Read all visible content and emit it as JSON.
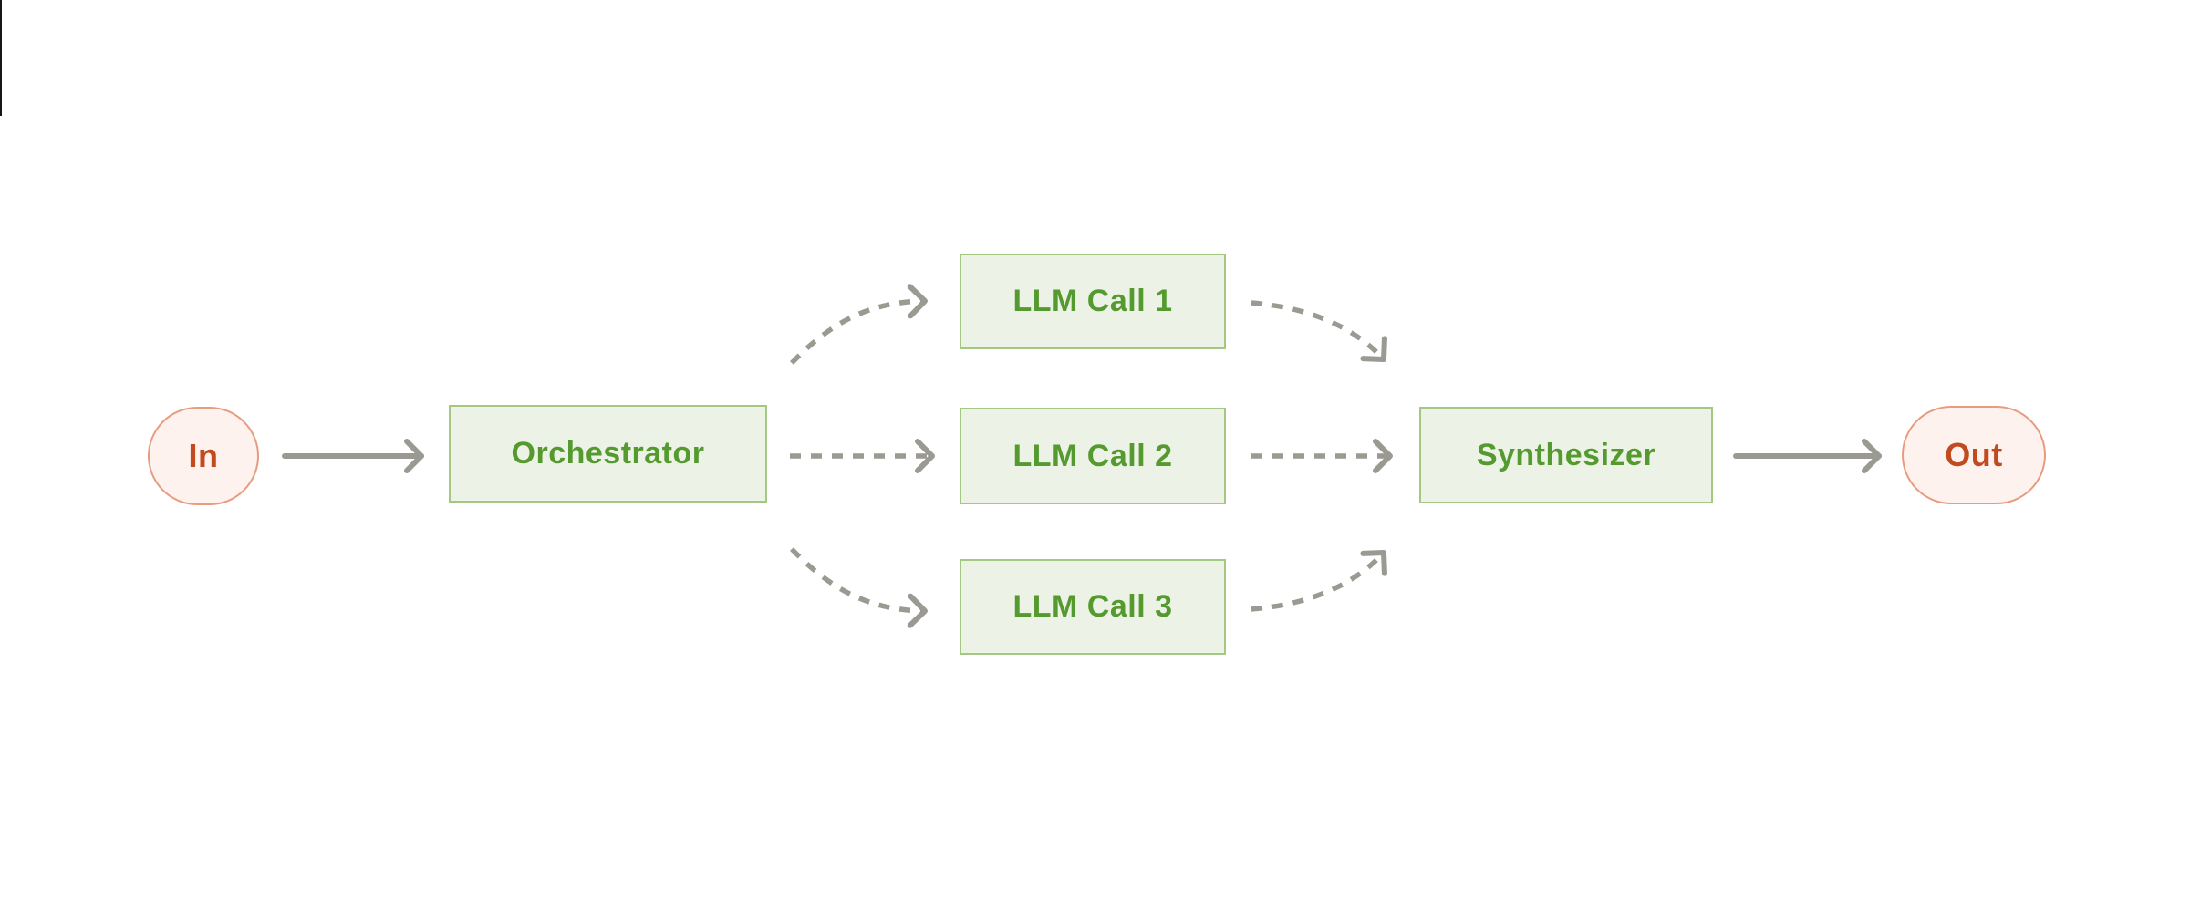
{
  "palette": {
    "background": "#ffffff",
    "green_fill": "#edf2e6",
    "green_border": "#a4c882",
    "green_text": "#549a2f",
    "pink_fill": "#fdf2ee",
    "pink_border": "#e99b80",
    "pink_text": "#c14a1e",
    "arrow_gray": "#9a9992",
    "edge_line": "#161616"
  },
  "diagram": {
    "nodes": {
      "input": {
        "label": "In",
        "shape": "circle"
      },
      "orchestrator": {
        "label": "Orchestrator",
        "shape": "box"
      },
      "workers": [
        {
          "label": "LLM Call 1",
          "shape": "box"
        },
        {
          "label": "LLM Call 2",
          "shape": "box"
        },
        {
          "label": "LLM Call 3",
          "shape": "box"
        }
      ],
      "synthesizer": {
        "label": "Synthesizer",
        "shape": "box"
      },
      "output": {
        "label": "Out",
        "shape": "pill"
      }
    },
    "edges": [
      {
        "from": "In",
        "to": "Orchestrator",
        "style": "solid"
      },
      {
        "from": "Orchestrator",
        "to": "LLM Call 1",
        "style": "dashed-curved"
      },
      {
        "from": "Orchestrator",
        "to": "LLM Call 2",
        "style": "dashed-straight"
      },
      {
        "from": "Orchestrator",
        "to": "LLM Call 3",
        "style": "dashed-curved"
      },
      {
        "from": "LLM Call 1",
        "to": "Synthesizer",
        "style": "dashed-curved"
      },
      {
        "from": "LLM Call 2",
        "to": "Synthesizer",
        "style": "dashed-straight"
      },
      {
        "from": "LLM Call 3",
        "to": "Synthesizer",
        "style": "dashed-curved"
      },
      {
        "from": "Synthesizer",
        "to": "Out",
        "style": "solid"
      }
    ]
  }
}
